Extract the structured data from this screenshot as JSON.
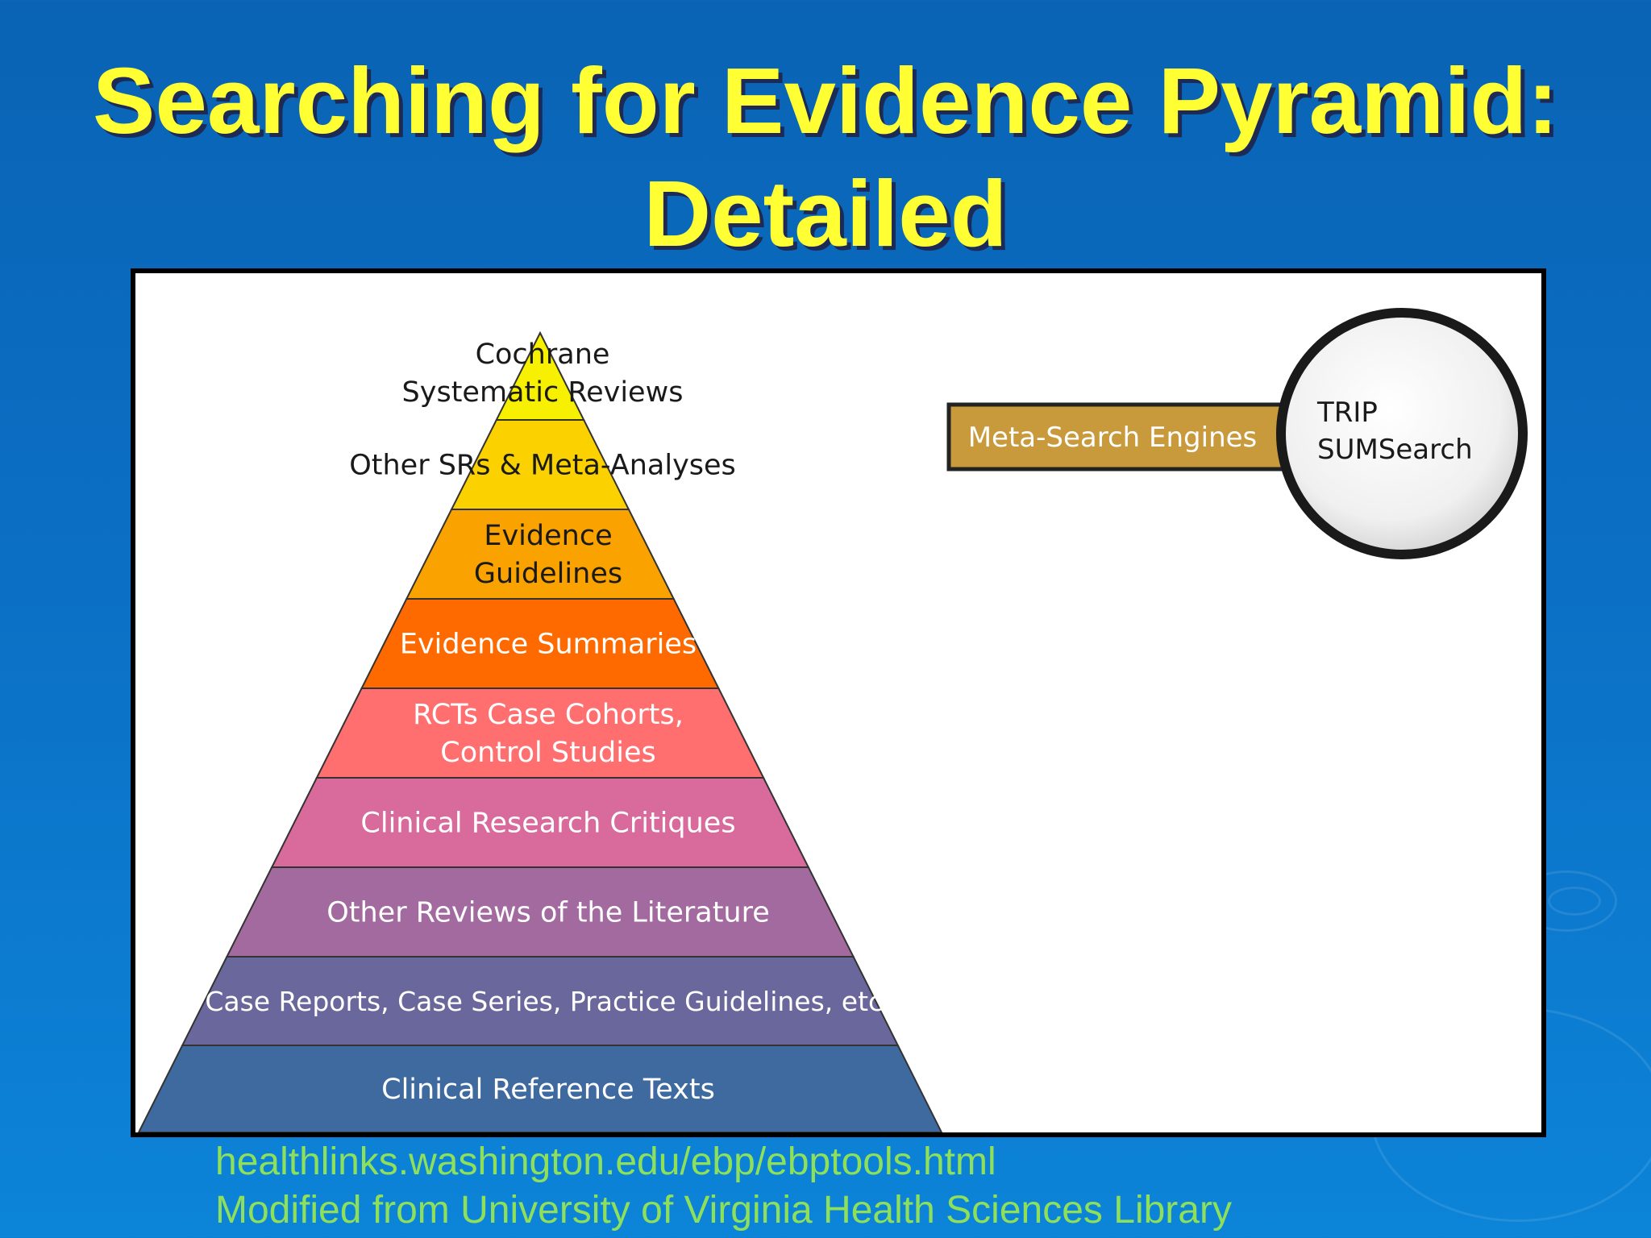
{
  "slide": {
    "title_line1": "Searching for Evidence Pyramid:",
    "title_line2": "Detailed"
  },
  "pyramid": {
    "levels": [
      {
        "lines": [
          "Cochrane",
          "Systematic Reviews"
        ],
        "color": "#f7f000",
        "text_color": "#1a1a1a"
      },
      {
        "lines": [
          "Other SRs & Meta-Analyses"
        ],
        "color": "#fbd100",
        "text_color": "#1a1a1a"
      },
      {
        "lines": [
          "Evidence",
          "Guidelines"
        ],
        "color": "#f9a200",
        "text_color": "#1a1a1a"
      },
      {
        "lines": [
          "Evidence Summaries"
        ],
        "color": "#ff6a00",
        "text_color": "#ffffff"
      },
      {
        "lines": [
          "RCTs Case Cohorts,",
          "Control Studies"
        ],
        "color": "#ff6f6f",
        "text_color": "#ffffff"
      },
      {
        "lines": [
          "Clinical Research Critiques"
        ],
        "color": "#d86a9c",
        "text_color": "#ffffff"
      },
      {
        "lines": [
          "Other Reviews of the Literature"
        ],
        "color": "#a36aa0",
        "text_color": "#ffffff"
      },
      {
        "lines": [
          "Case Reports, Case Series, Practice Guidelines, etc."
        ],
        "color": "#6a679c",
        "text_color": "#ffffff"
      },
      {
        "lines": [
          "Clinical Reference Texts"
        ],
        "color": "#3e6aa0",
        "text_color": "#ffffff"
      }
    ]
  },
  "meta_search": {
    "label": "Meta-Search Engines",
    "color": "#c99a3c",
    "lens_items": [
      "TRIP",
      "SUMSearch"
    ]
  },
  "footer": {
    "url": "healthlinks.washington.edu/ebp/ebptools.html",
    "credit": "Modified from University of Virginia Health Sciences Library"
  }
}
